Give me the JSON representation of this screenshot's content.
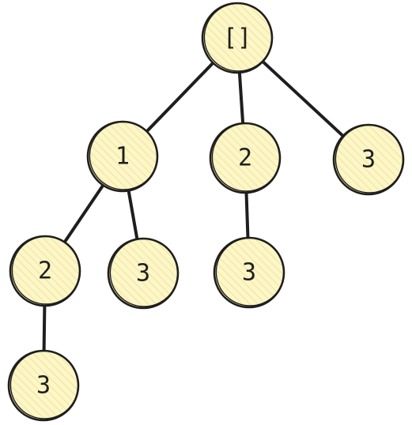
{
  "colors": {
    "node_fill": "#fdf6c8",
    "hatch": "#ebe08a",
    "stroke": "#1e1e1e",
    "background": "#ffffff"
  },
  "nodes": [
    {
      "id": "root",
      "label": "[]"
    },
    {
      "id": "n1",
      "label": "1"
    },
    {
      "id": "n2",
      "label": "2"
    },
    {
      "id": "n3",
      "label": "3"
    },
    {
      "id": "n1-2",
      "label": "2"
    },
    {
      "id": "n1-3",
      "label": "3"
    },
    {
      "id": "n2-3",
      "label": "3"
    },
    {
      "id": "n1-2-3",
      "label": "3"
    }
  ],
  "edges": [
    {
      "from": "root",
      "to": "n1"
    },
    {
      "from": "root",
      "to": "n2"
    },
    {
      "from": "root",
      "to": "n3"
    },
    {
      "from": "n1",
      "to": "n1-2"
    },
    {
      "from": "n1",
      "to": "n1-3"
    },
    {
      "from": "n2",
      "to": "n2-3"
    },
    {
      "from": "n1-2",
      "to": "n1-2-3"
    }
  ]
}
